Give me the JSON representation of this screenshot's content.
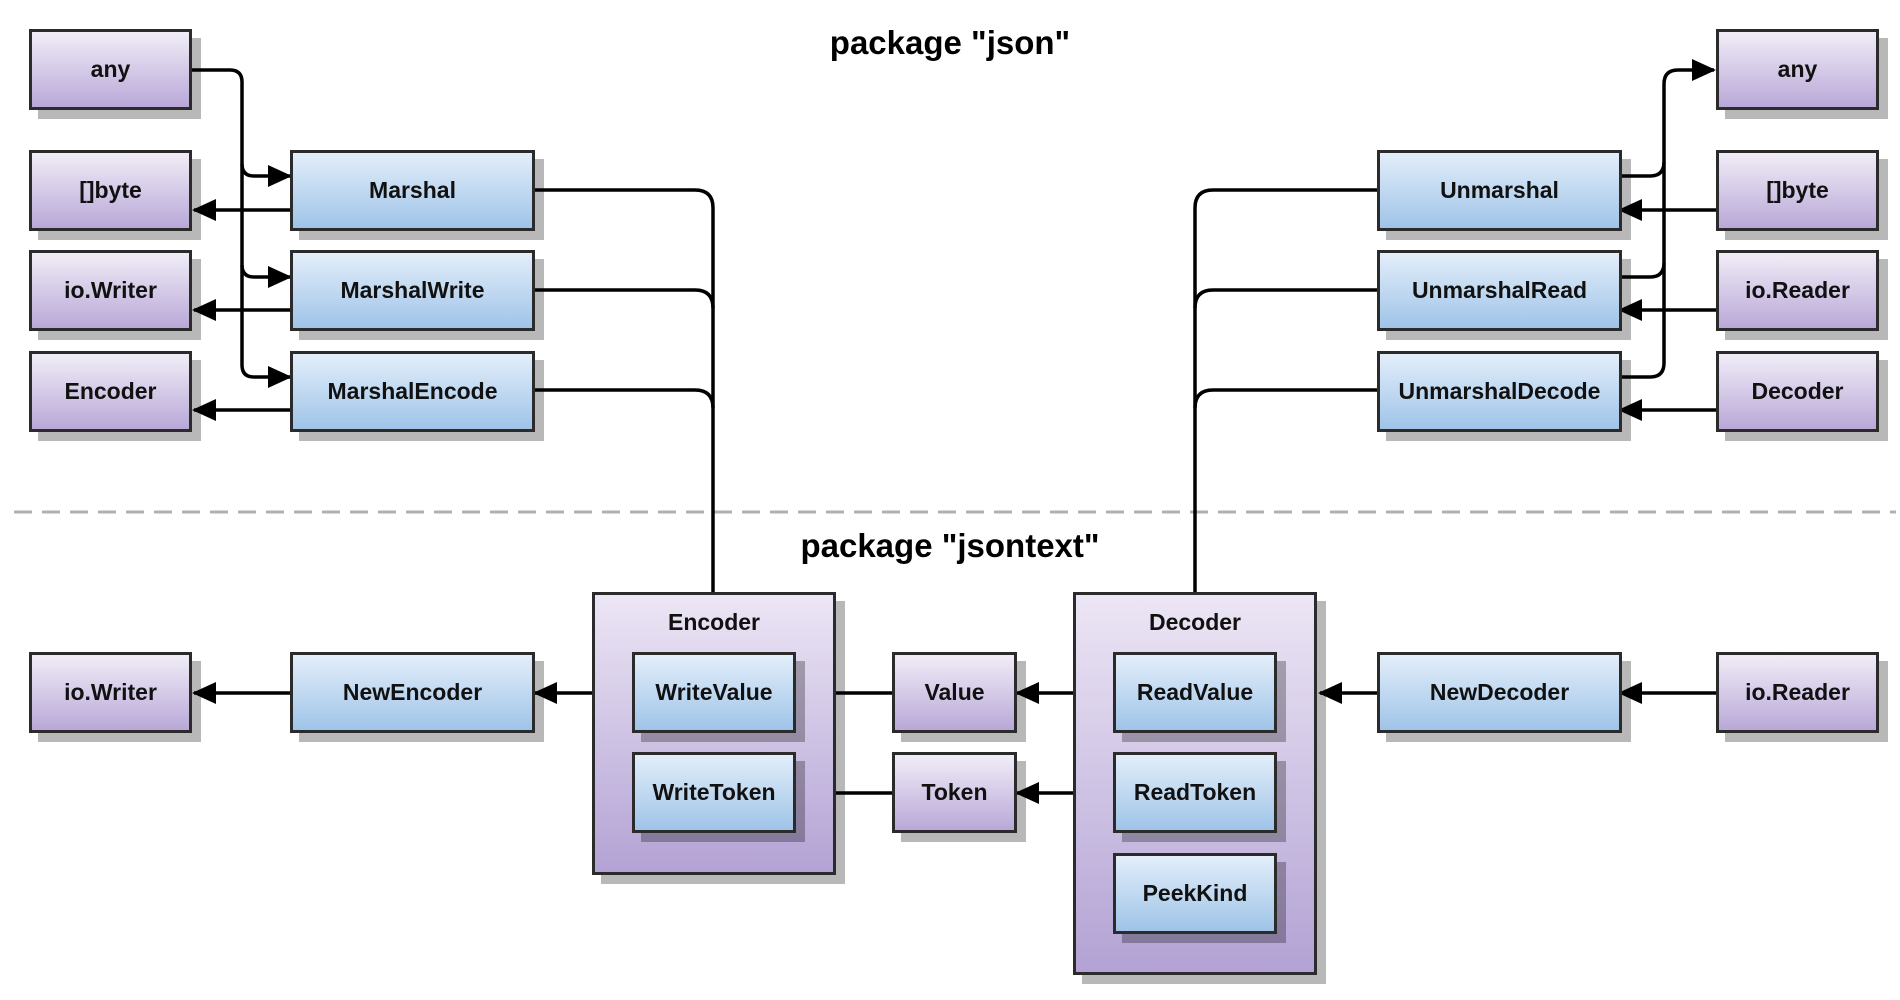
{
  "titles": {
    "json": "package \"json\"",
    "jsontext": "package \"jsontext\""
  },
  "left_types": {
    "any": "any",
    "byte_slice": "[]byte",
    "io_writer": "io.Writer",
    "encoder": "Encoder"
  },
  "marshal_funcs": {
    "marshal": "Marshal",
    "marshal_write": "MarshalWrite",
    "marshal_encode": "MarshalEncode"
  },
  "unmarshal_funcs": {
    "unmarshal": "Unmarshal",
    "unmarshal_read": "UnmarshalRead",
    "unmarshal_decode": "UnmarshalDecode"
  },
  "right_types": {
    "any": "any",
    "byte_slice": "[]byte",
    "io_reader": "io.Reader",
    "decoder": "Decoder"
  },
  "jsontext": {
    "io_writer": "io.Writer",
    "new_encoder": "NewEncoder",
    "encoder": {
      "title": "Encoder",
      "write_value": "WriteValue",
      "write_token": "WriteToken"
    },
    "value": "Value",
    "token": "Token",
    "decoder": {
      "title": "Decoder",
      "read_value": "ReadValue",
      "read_token": "ReadToken",
      "peek_kind": "PeekKind"
    },
    "new_decoder": "NewDecoder",
    "io_reader": "io.Reader"
  },
  "colors": {
    "purple_box": "#b9a8d8",
    "blue_box": "#9fc4e8",
    "line": "#000000",
    "separator": "#b0b0b0"
  }
}
